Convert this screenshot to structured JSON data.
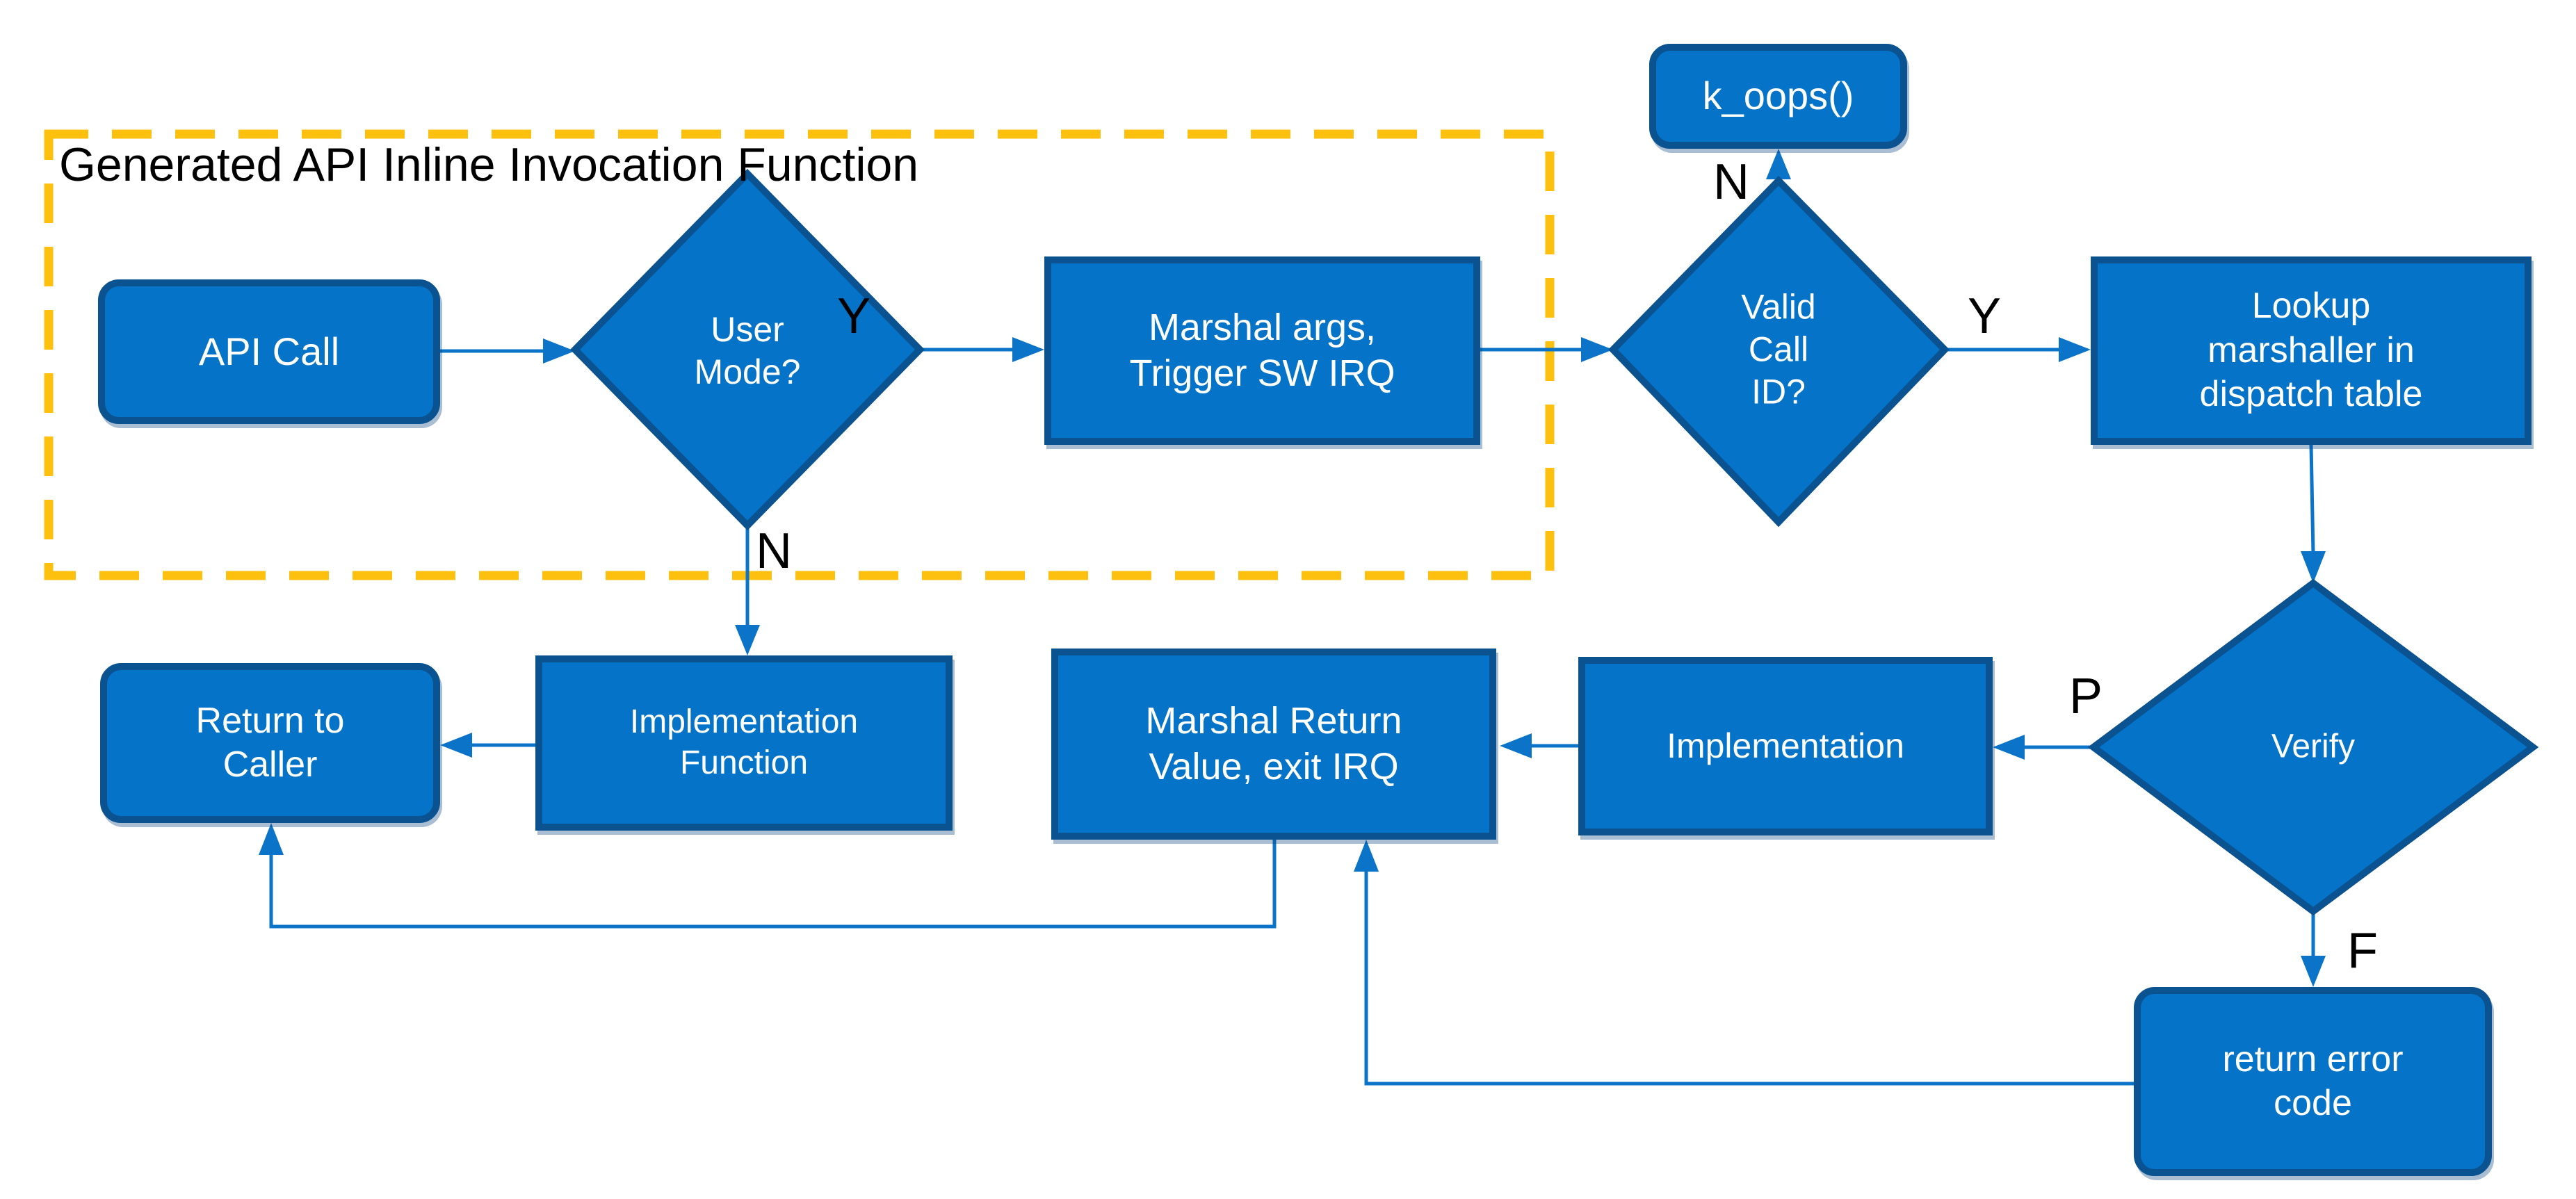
{
  "title": "Generated API Inline Invocation Function",
  "nodes": {
    "api_call": "API Call",
    "user_mode": "User\nMode?",
    "marshal_args": "Marshal args,\nTrigger SW IRQ",
    "k_oops": "k_oops()",
    "valid_call": "Valid\nCall\nID?",
    "lookup": "Lookup\nmarshaller in\ndispatch table",
    "verify": "Verify",
    "implementation": "Implementation",
    "marshal_return": "Marshal Return\nValue, exit IRQ",
    "impl_function": "Implementation\nFunction",
    "return_caller": "Return to\nCaller",
    "return_error": "return error\ncode"
  },
  "edge_labels": {
    "user_mode_yes": "Y",
    "user_mode_no": "N",
    "valid_call_no": "N",
    "valid_call_yes": "Y",
    "verify_pass": "P",
    "verify_fail": "F"
  },
  "colors": {
    "node_fill": "#0473C8",
    "node_border": "#0A5290",
    "connector": "#0B74C8",
    "boundary_dash": "#FEC00F",
    "node_text": "#FFFFFF",
    "label_text": "#000000",
    "background": "#FFFFFF"
  }
}
